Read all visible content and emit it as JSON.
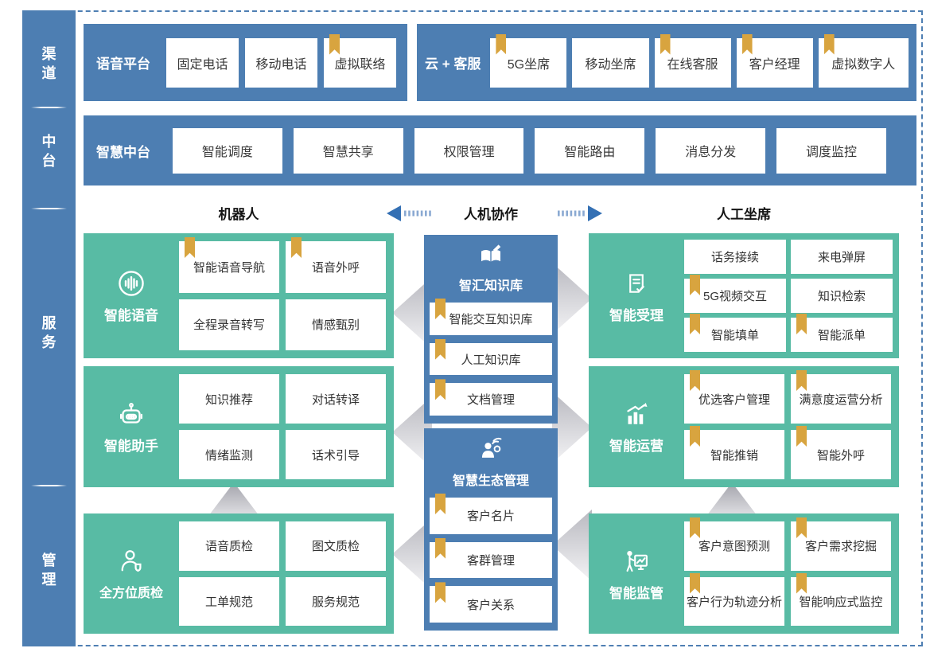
{
  "palette": {
    "blue": "#4d7eb2",
    "teal": "#58bba4",
    "bookmark_gold": "#d8a43f",
    "arrow_blue": "#3470b4",
    "chevron_gray": "#c2c2c8",
    "text_dark": "#333333"
  },
  "sidebar": {
    "items": [
      {
        "label": "渠道"
      },
      {
        "label": "中台"
      },
      {
        "label": "服务"
      },
      {
        "label": "管理"
      }
    ]
  },
  "rows": {
    "voice_platform": {
      "title": "语音平台",
      "boxes": [
        {
          "label": "固定电话",
          "bookmark": false
        },
        {
          "label": "移动电话",
          "bookmark": false
        },
        {
          "label": "虚拟联络",
          "bookmark": true
        }
      ]
    },
    "cloud_service": {
      "title": "云 + 客服",
      "boxes": [
        {
          "label": "5G坐席",
          "bookmark": true
        },
        {
          "label": "移动坐席",
          "bookmark": false
        },
        {
          "label": "在线客服",
          "bookmark": true
        },
        {
          "label": "客户经理",
          "bookmark": true
        },
        {
          "label": "虚拟数字人",
          "bookmark": true
        }
      ]
    },
    "smart_middle": {
      "title": "智慧中台",
      "boxes": [
        {
          "label": "智能调度"
        },
        {
          "label": "智慧共享"
        },
        {
          "label": "权限管理"
        },
        {
          "label": "智能路由"
        },
        {
          "label": "消息分发"
        },
        {
          "label": "调度监控"
        }
      ]
    }
  },
  "collab": {
    "robot": "机器人",
    "human_machine": "人机协作",
    "agent": "人工坐席"
  },
  "blocks": {
    "voice": {
      "title": "智能语音",
      "icon": "voice-wave-icon",
      "cells": [
        {
          "label": "智能语音导航",
          "bookmark": true
        },
        {
          "label": "语音外呼",
          "bookmark": true
        },
        {
          "label": "全程录音转写",
          "bookmark": false
        },
        {
          "label": "情感甄别",
          "bookmark": false
        }
      ]
    },
    "assistant": {
      "title": "智能助手",
      "icon": "robot-icon",
      "cells": [
        {
          "label": "知识推荐",
          "bookmark": false
        },
        {
          "label": "对话转译",
          "bookmark": false
        },
        {
          "label": "情绪监测",
          "bookmark": false
        },
        {
          "label": "话术引导",
          "bookmark": false
        }
      ]
    },
    "quality": {
      "title": "全方位质检",
      "icon": "person-badge-icon",
      "cells": [
        {
          "label": "语音质检",
          "bookmark": false
        },
        {
          "label": "图文质检",
          "bookmark": false
        },
        {
          "label": "工单规范",
          "bookmark": false
        },
        {
          "label": "服务规范",
          "bookmark": false
        }
      ]
    },
    "knowledge": {
      "title": "智汇知识库",
      "icon": "book-pencil-icon",
      "cells": [
        {
          "label": "智能交互知识库",
          "bookmark": true
        },
        {
          "label": "人工知识库",
          "bookmark": true
        },
        {
          "label": "文档管理",
          "bookmark": true
        }
      ]
    },
    "ecology": {
      "title": "智慧生态管理",
      "icon": "person-network-icon",
      "cells": [
        {
          "label": "客户名片",
          "bookmark": true
        },
        {
          "label": "客群管理",
          "bookmark": true
        },
        {
          "label": "客户关系",
          "bookmark": true
        }
      ]
    },
    "acceptance": {
      "title": "智能受理",
      "icon": "document-check-icon",
      "cells": [
        {
          "label": "话务接续",
          "bookmark": false
        },
        {
          "label": "来电弹屏",
          "bookmark": false
        },
        {
          "label": "5G视频交互",
          "bookmark": true
        },
        {
          "label": "知识检索",
          "bookmark": false
        },
        {
          "label": "智能填单",
          "bookmark": true
        },
        {
          "label": "智能派单",
          "bookmark": true
        }
      ]
    },
    "operation": {
      "title": "智能运营",
      "icon": "chart-growth-icon",
      "cells": [
        {
          "label": "优选客户管理",
          "bookmark": true
        },
        {
          "label": "满意度运营分析",
          "bookmark": true
        },
        {
          "label": "智能推销",
          "bookmark": true
        },
        {
          "label": "智能外呼",
          "bookmark": true
        }
      ]
    },
    "supervision": {
      "title": "智能监管",
      "icon": "presenter-board-icon",
      "cells": [
        {
          "label": "客户意图预测",
          "bookmark": true
        },
        {
          "label": "客户需求挖掘",
          "bookmark": true
        },
        {
          "label": "客户行为轨迹分析",
          "bookmark": true
        },
        {
          "label": "智能响应式监控",
          "bookmark": true
        }
      ]
    }
  }
}
